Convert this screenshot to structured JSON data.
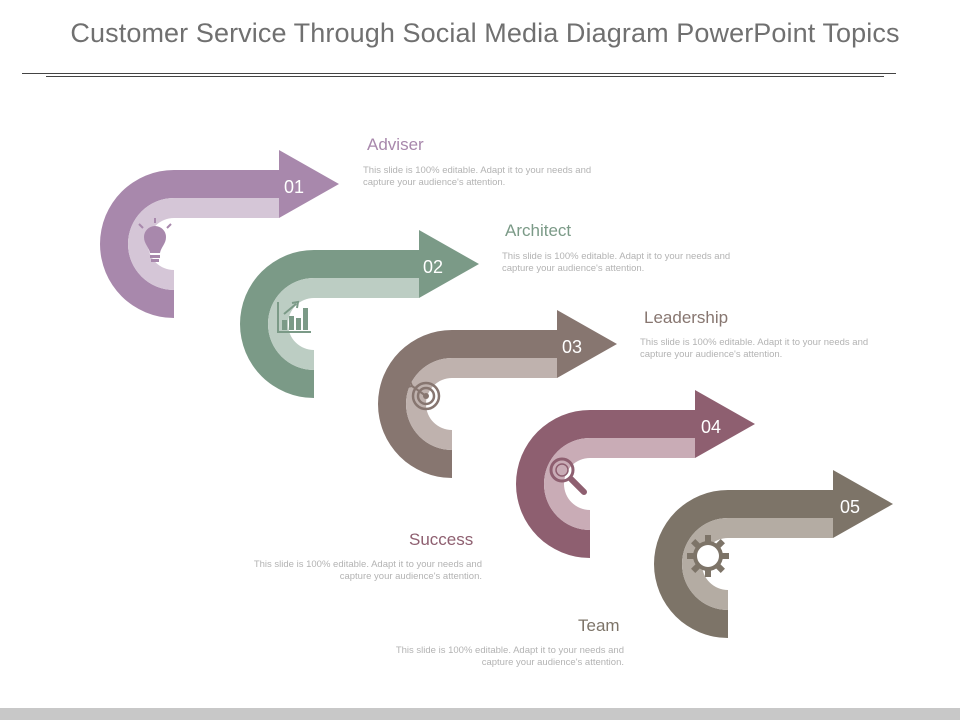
{
  "title": "Customer Service Through Social Media Diagram PowerPoint Topics",
  "colors": {
    "step1_dark": "#a888ac",
    "step1_light": "#d5c6d7",
    "step2_dark": "#7b9a87",
    "step2_light": "#bccdc3",
    "step3_dark": "#877670",
    "step3_light": "#bfb2ae",
    "step4_dark": "#8e5f70",
    "step4_light": "#c9acb6",
    "step5_dark": "#7d7468",
    "step5_light": "#b4aca3"
  },
  "steps": [
    {
      "number": "01",
      "label": "Adviser",
      "icon": "lightbulb-icon",
      "description": "This slide is 100% editable. Adapt it to your needs and capture your audience's attention."
    },
    {
      "number": "02",
      "label": "Architect",
      "icon": "bar-chart-icon",
      "description": "This slide is 100% editable. Adapt it to your needs and capture your audience's attention."
    },
    {
      "number": "03",
      "label": "Leadership",
      "icon": "target-icon",
      "description": "This slide is 100% editable. Adapt it to your needs and capture your audience's attention."
    },
    {
      "number": "04",
      "label": "Success",
      "icon": "magnifier-icon",
      "description": "This slide is 100% editable. Adapt it to your needs and capture your audience's attention."
    },
    {
      "number": "05",
      "label": "Team",
      "icon": "gear-icon",
      "description": "This slide is 100% editable. Adapt it to your needs and capture your audience's attention."
    }
  ]
}
